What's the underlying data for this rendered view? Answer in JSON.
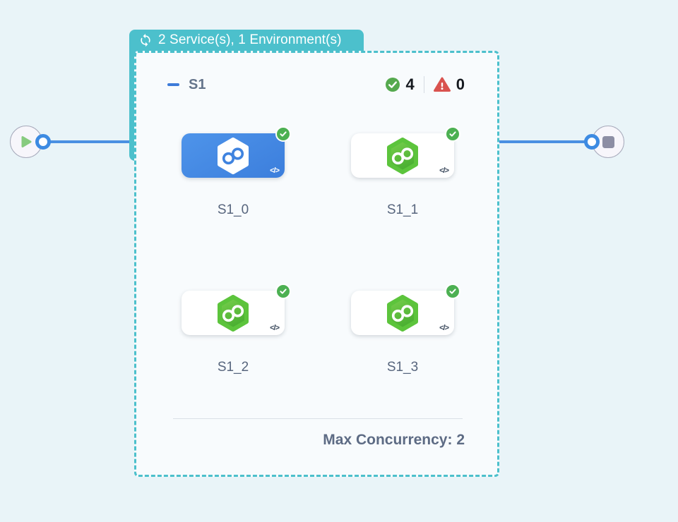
{
  "badge": {
    "label": "2 Service(s), 1 Environment(s)",
    "icon": "cycle-icon",
    "color": "#4CC0CC"
  },
  "group": {
    "name": "S1",
    "success_count": "4",
    "error_count": "0",
    "max_concurrency_label": "Max Concurrency: 2",
    "code_badge": "</>",
    "services": [
      {
        "label": "S1_0",
        "selected": true,
        "status": "success"
      },
      {
        "label": "S1_1",
        "selected": false,
        "status": "success"
      },
      {
        "label": "S1_2",
        "selected": false,
        "status": "success"
      },
      {
        "label": "S1_3",
        "selected": false,
        "status": "success"
      }
    ]
  },
  "nodes": {
    "start": "play-icon",
    "end": "stop-icon"
  },
  "colors": {
    "background": "#E9F4F8",
    "container_background": "#F8FBFD",
    "accent_teal": "#4CC0CC",
    "connector_blue": "#4A90E2",
    "selected_card_blue": "#4488E4",
    "service_icon_green": "#5CC43C",
    "success_green": "#4CB052",
    "error_red": "#D9534F"
  }
}
